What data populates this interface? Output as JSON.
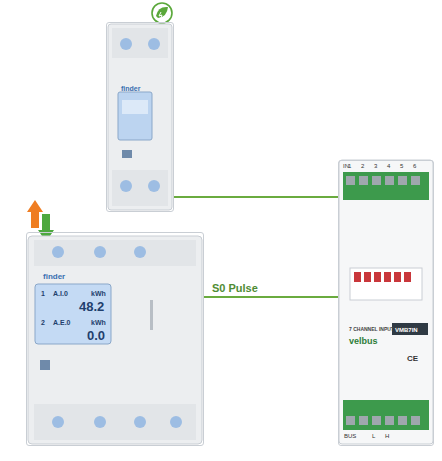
{
  "diagram": {
    "nodes": [
      {
        "text": [
          "finder"
        ]
      },
      {
        "text": [
          "finder",
          "1",
          "A.I.0",
          "kWh",
          "48.2",
          "2",
          "A.E.0",
          "kWh",
          "0.0"
        ]
      },
      {
        "text": [
          "7 CHANNEL INPUT MODULE",
          "velbus",
          "VMB7IN",
          "CE"
        ]
      }
    ],
    "edges": [
      {
        "from": 0,
        "to": 2,
        "arrow": "none"
      },
      {
        "from": 1,
        "to": 2,
        "arrow": "none",
        "label": "S0 Pulse"
      }
    ],
    "labels": [
      "IN",
      "1",
      "2",
      "3",
      "4",
      "5",
      "6",
      "BUS",
      "L",
      "H"
    ]
  }
}
